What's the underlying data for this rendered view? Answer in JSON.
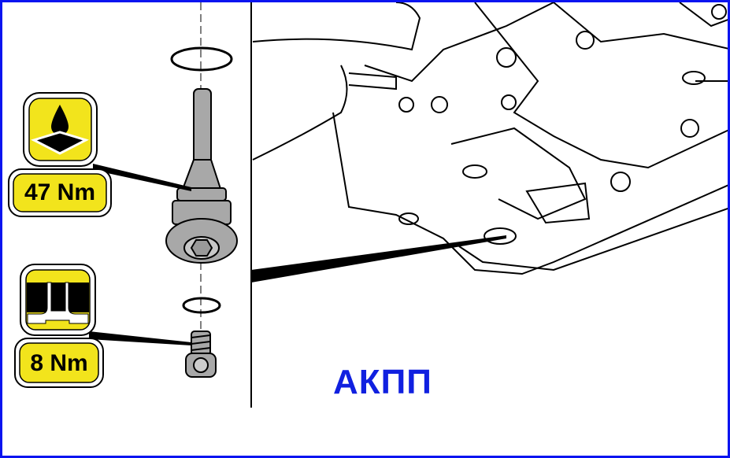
{
  "diagram": {
    "caption": "АКПП",
    "torque_plug": "47 Nm",
    "torque_bolt": "8 Nm",
    "icons": [
      "sealant-icon",
      "tighten-torque-icon"
    ],
    "colors": {
      "frame": "#0a14f0",
      "badge": "#f2e41c",
      "caption": "#1020e0",
      "part": "#a8a8a8"
    }
  }
}
